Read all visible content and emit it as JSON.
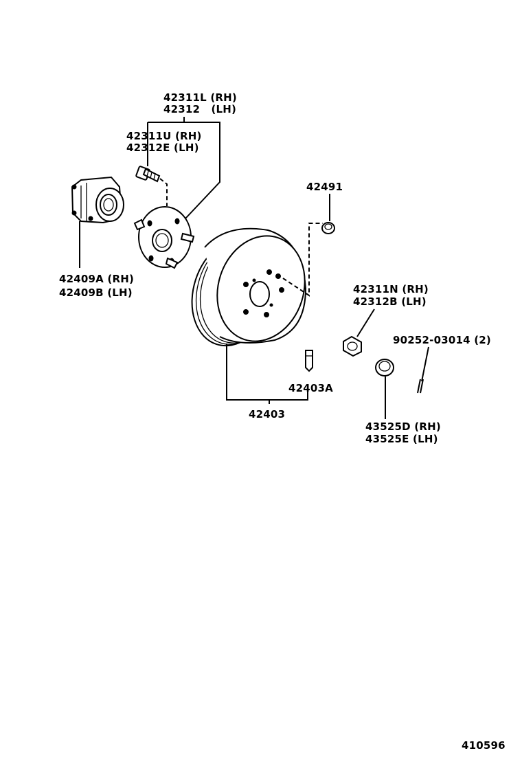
{
  "parts": {
    "hub_bolt_a": {
      "line1": "42311L (RH)",
      "line2": "42312   (LH)"
    },
    "hub_bolt_b": {
      "line1": "42311U (RH)",
      "line2": "42312E (LH)"
    },
    "bearing": {
      "line1": "42409A (RH)",
      "line2": "42409B (LH)"
    },
    "plug": {
      "line1": "42491"
    },
    "nut_a": {
      "line1": "42311N (RH)",
      "line2": "42312B (LH)"
    },
    "pin": {
      "line1": "90252-03014 (2)"
    },
    "drum_pin": {
      "line1": "42403A"
    },
    "drum": {
      "line1": "42403"
    },
    "nut_b": {
      "line1": "43525D (RH)",
      "line2": "43525E (LH)"
    }
  },
  "page_code": "410596"
}
